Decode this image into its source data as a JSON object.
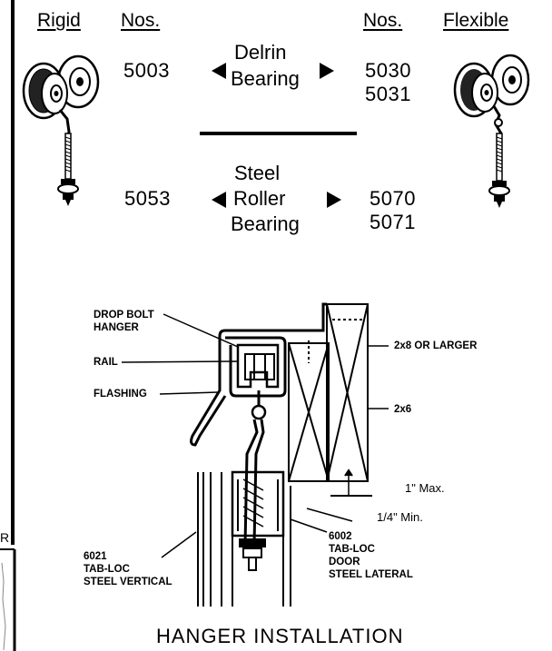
{
  "headers": {
    "rigid": "Rigid",
    "nos_left": "Nos.",
    "nos_right": "Nos.",
    "flexible": "Flexible"
  },
  "delrin": {
    "label_line1": "Delrin",
    "label_line2": "Bearing",
    "rigid_no": "5003",
    "flexible_nos": [
      "5030",
      "5031"
    ]
  },
  "steel": {
    "label_line1": "Steel",
    "label_line2": "Roller",
    "label_line3": "Bearing",
    "rigid_no": "5053",
    "flexible_nos": [
      "5070",
      "5071"
    ]
  },
  "diagram": {
    "drop_bolt_1": "DROP BOLT",
    "drop_bolt_2": "HANGER",
    "rail": "RAIL",
    "flashing": "FLASHING",
    "lumber_top": "2x8 OR LARGER",
    "lumber_bottom": "2x6",
    "max_gap": "1\" Max.",
    "min_gap": "1/4\" Min.",
    "vertical_1": "6021",
    "vertical_2": "TAB-LOC",
    "vertical_3": "STEEL VERTICAL",
    "door_1": "6002",
    "door_2": "TAB-LOC",
    "door_3": "DOOR",
    "door_4": "STEEL LATERAL"
  },
  "caption": "HANGER INSTALLATION",
  "edge_letter": "R"
}
